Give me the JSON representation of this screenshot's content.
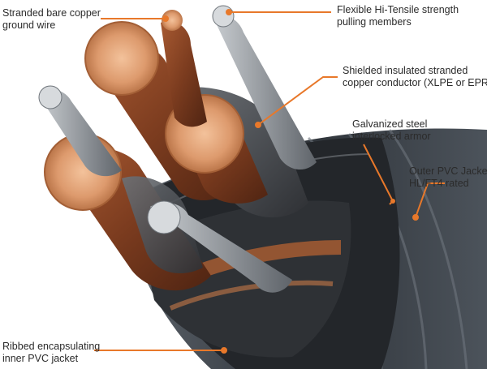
{
  "callouts": [
    {
      "id": "ground-wire",
      "lines": [
        "Stranded bare copper",
        "ground wire"
      ]
    },
    {
      "id": "strength-members",
      "lines": [
        "Flexible Hi-Tensile strength",
        "pulling members"
      ]
    },
    {
      "id": "conductor",
      "lines": [
        "Shielded insulated stranded",
        "copper conductor (XLPE or EPR)"
      ]
    },
    {
      "id": "armor",
      "lines": [
        "Galvanized steel",
        "interlocked armor"
      ]
    },
    {
      "id": "outer-jacket",
      "lines": [
        "Outer PVC Jacket",
        "HL/FT4 rated"
      ]
    },
    {
      "id": "inner-jacket",
      "lines": [
        "Ribbed encapsulating",
        "inner PVC jacket"
      ]
    }
  ],
  "colors": {
    "leader": "#e8782a",
    "copper": "#c8774a",
    "copper_dark": "#7a3a1e",
    "insulation": "#4a4c50",
    "jacket": "#3a3f46",
    "steel": "#9aa0a6"
  }
}
